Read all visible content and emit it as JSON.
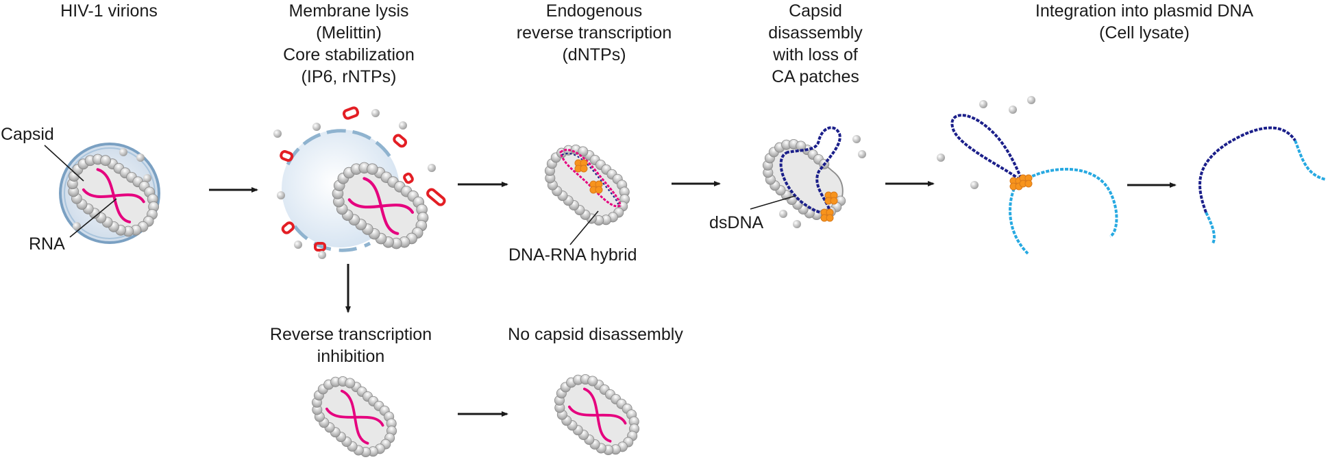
{
  "stages": {
    "virions": {
      "lines": [
        "HIV-1 virions"
      ]
    },
    "lysis": {
      "lines": [
        "Membrane lysis",
        "(Melittin)",
        "Core stabilization",
        "(IP6, rNTPs)"
      ]
    },
    "ert": {
      "lines": [
        "Endogenous",
        "reverse transcription",
        "(dNTPs)"
      ]
    },
    "disassembly": {
      "lines": [
        "Capsid",
        "disassembly",
        "with loss of",
        "CA patches"
      ]
    },
    "integration": {
      "lines": [
        "Integration into plasmid DNA",
        "(Cell lysate)"
      ]
    },
    "inhibition": {
      "lines": [
        "Reverse transcription",
        "inhibition"
      ]
    },
    "no_disassembly": {
      "lines": [
        "No capsid disassembly"
      ]
    }
  },
  "callouts": {
    "capsid": "Capsid",
    "rna": "RNA",
    "hybrid": "DNA-RNA hybrid",
    "dsdna": "dsDNA"
  },
  "colors": {
    "rna": "#e5007e",
    "dna_dark": "#1b1f8a",
    "dna_light": "#27a9e1",
    "integrase": "#f7941d",
    "capsid_bead": "#b3b3b3",
    "capsid_interior": "#e8e8e8",
    "membrane": "#8fb3cf",
    "membrane_fragment": "#e31e24",
    "arrow": "#1a1a1a"
  }
}
